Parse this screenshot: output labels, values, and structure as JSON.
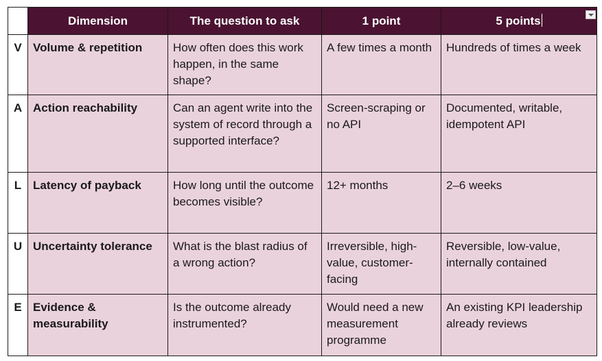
{
  "table": {
    "headers": {
      "dimension": "Dimension",
      "question": "The question to ask",
      "one_point": "1 point",
      "five_points": "5 points"
    },
    "rows": [
      {
        "letter": "V",
        "dimension": "Volume & repetition",
        "question": "How often does this work happen, in the same shape?",
        "one_point": "A few times a month",
        "five_points": "Hundreds of times a week"
      },
      {
        "letter": "A",
        "dimension": "Action reachability",
        "question": "Can an agent write into the system of record through a supported interface?",
        "one_point": "Screen-scraping or no API",
        "five_points": "Documented, writable, idempotent API"
      },
      {
        "letter": "L",
        "dimension": "Latency of payback",
        "question": "How long until the outcome becomes visible?",
        "one_point": "12+ months",
        "five_points": "2–6 weeks"
      },
      {
        "letter": "U",
        "dimension": "Uncertainty tolerance",
        "question": "What is the blast radius of a wrong action?",
        "one_point": "Irreversible, high-value, customer-facing",
        "five_points": "Reversible, low-value, internally contained"
      },
      {
        "letter": "E",
        "dimension": "Evidence & measurability",
        "question": "Is the outcome already instrumented?",
        "one_point": "Would need a new measurement programme",
        "five_points": "An existing KPI leadership already reviews"
      }
    ]
  },
  "colors": {
    "header_bg": "#4b1331",
    "header_text": "#ffffff",
    "cell_bg": "#ead2dc",
    "border": "#1a1a1a"
  },
  "icons": {
    "column_menu": "dropdown-arrow-icon"
  }
}
